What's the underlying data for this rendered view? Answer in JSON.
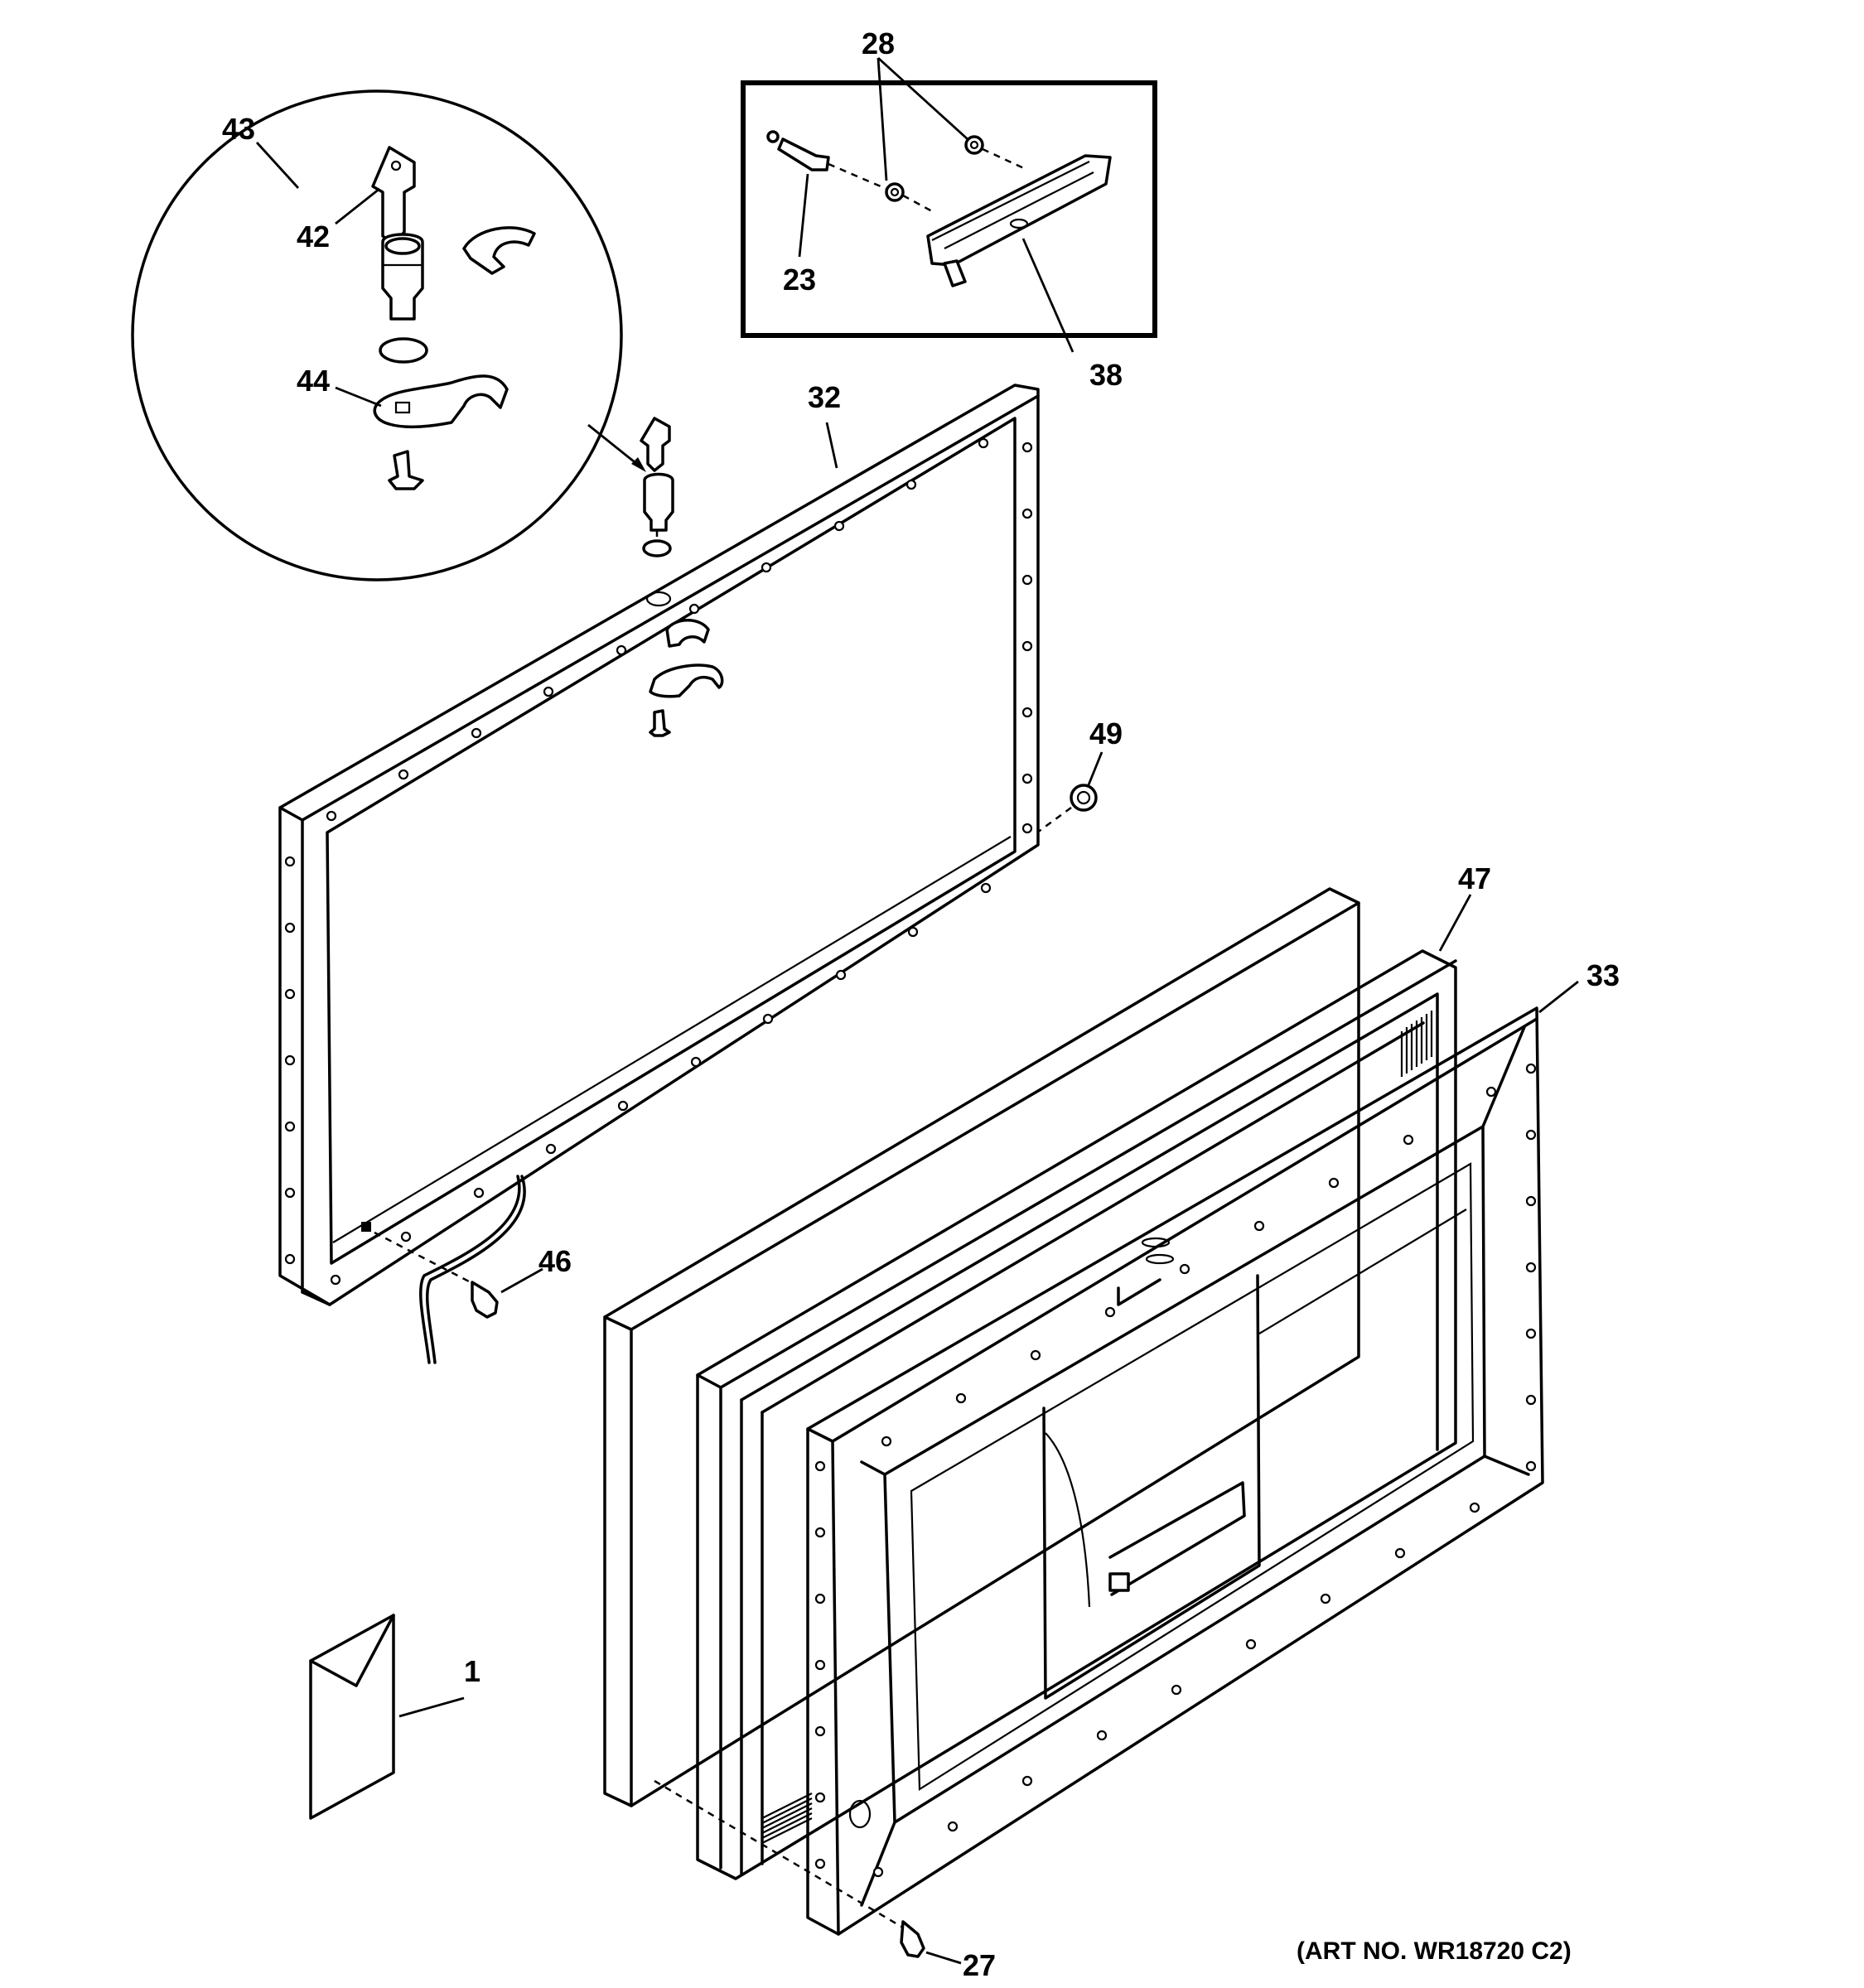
{
  "diagram": {
    "part_labels": {
      "p1": "1",
      "p23": "23",
      "p27": "27",
      "p28": "28",
      "p32": "32",
      "p33": "33",
      "p38": "38",
      "p42": "42",
      "p43": "43",
      "p44": "44",
      "p46": "46",
      "p47": "47",
      "p49": "49"
    },
    "art_number": "(ART NO. WR18720 C2)"
  }
}
